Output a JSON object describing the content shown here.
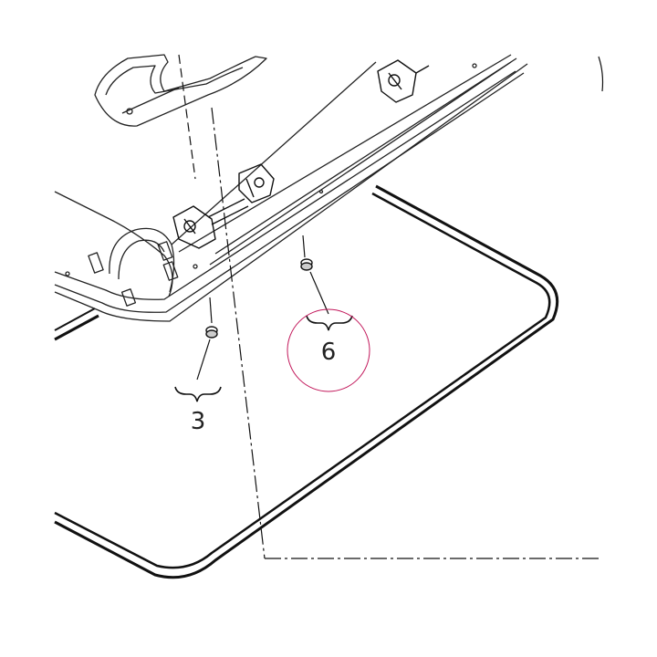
{
  "callouts": [
    {
      "id": "screw-a",
      "label": "3"
    },
    {
      "id": "screw-b",
      "label": "6"
    }
  ],
  "colors": {
    "line": "#111111",
    "highlight_circle": "#c2185b"
  }
}
